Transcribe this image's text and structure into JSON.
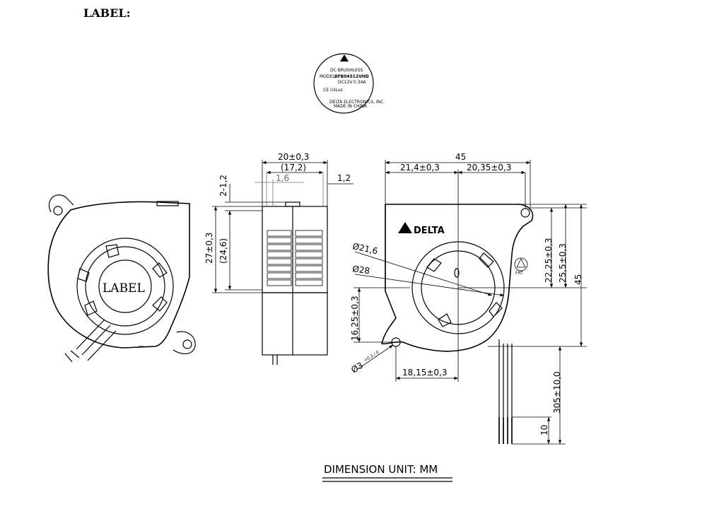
{
  "title": "LABEL:",
  "fan_label_text": "LABEL",
  "brand_label": "DELTA",
  "sticker": {
    "line1": "DC BRUSHLESS",
    "model_prefix": "MODEL",
    "model": "BFB04512VHD",
    "rating_v": "DC12V",
    "rating_a": "0.34A",
    "marks": "CE cULus",
    "maker": "DELTA ELECTRONICS, INC.",
    "origin": "MADE IN CHINA"
  },
  "rotation_mark": "FRT",
  "side_view": {
    "width_total": "20±0,3",
    "width_inner": "(17,2)",
    "offset": "1,6",
    "lip": "1,2",
    "top_gap": "2-1,2",
    "height": "27±0,3",
    "height_inner": "(24,6)"
  },
  "front_view": {
    "width": "45",
    "left_to_center": "21,4±0,3",
    "center_to_hole": "20,35±0,3",
    "inlet_dia_small": "Ø21,6",
    "inlet_dia_large": "Ø28",
    "center_to_hole_v": "22,25±0,3",
    "center_to_top": "25,5±0,3",
    "height": "45",
    "center_to_bottom_hole": "16,25±0,3",
    "hole_dia": "Ø3",
    "hole_tol": "+0,3 / 0",
    "hole_to_center_h": "18,15±0,3",
    "lead_length": "305±10,0",
    "lead_strip": "10"
  },
  "footer": "DIMENSION UNIT: MM"
}
